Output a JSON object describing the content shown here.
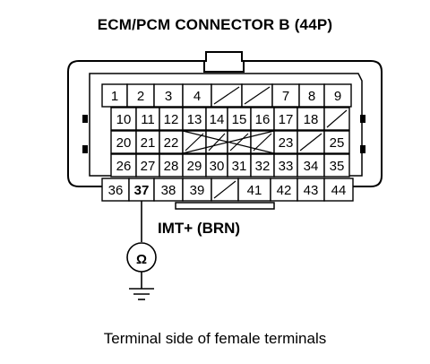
{
  "title": "ECM/PCM CONNECTOR B (44P)",
  "caption": "Terminal side of female terminals",
  "wire_label": "IMT+ (BRN)",
  "connector": {
    "rows": [
      [
        "1",
        "2",
        "3",
        "4",
        "",
        "",
        "7",
        "8",
        "9"
      ],
      [
        "10",
        "11",
        "12",
        "13",
        "14",
        "15",
        "16",
        "17",
        "18",
        ""
      ],
      [
        "20",
        "21",
        "22",
        "",
        "",
        "",
        "",
        "23",
        "",
        "25"
      ],
      [
        "26",
        "27",
        "28",
        "29",
        "30",
        "31",
        "32",
        "33",
        "34",
        "35"
      ],
      [
        "36",
        "37",
        "38",
        "39",
        "",
        "41",
        "42",
        "43",
        "44"
      ]
    ],
    "highlight": "37"
  },
  "meter_symbol": "Ω"
}
